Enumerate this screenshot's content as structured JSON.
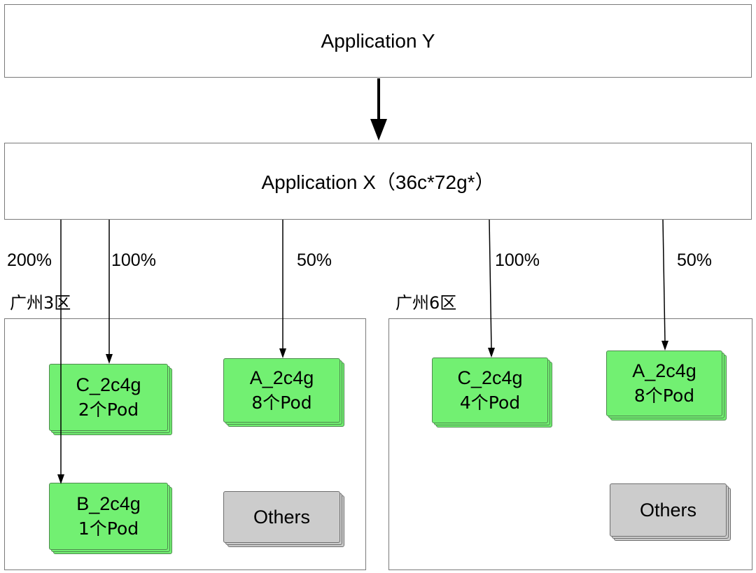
{
  "app_y": {
    "label": "Application Y"
  },
  "app_x": {
    "label": "Application X（36c*72g*）"
  },
  "percentages": {
    "p200": "200%",
    "z3_c": "100%",
    "z3_a": "50%",
    "z6_c": "100%",
    "z6_a": "50%"
  },
  "zones": {
    "gz3": {
      "title": "广州3区"
    },
    "gz6": {
      "title": "广州6区"
    }
  },
  "nodes": {
    "gz3_c": {
      "name": "C_2c4g",
      "pods": "2个Pod",
      "color": "#72f072"
    },
    "gz3_a": {
      "name": "A_2c4g",
      "pods": "8个Pod",
      "color": "#72f072"
    },
    "gz3_b": {
      "name": "B_2c4g",
      "pods": "1个Pod",
      "color": "#72f072"
    },
    "gz3_others": {
      "name": "Others",
      "color": "#cccccc"
    },
    "gz6_c": {
      "name": "C_2c4g",
      "pods": "4个Pod",
      "color": "#72f072"
    },
    "gz6_a": {
      "name": "A_2c4g",
      "pods": "8个Pod",
      "color": "#72f072"
    },
    "gz6_others": {
      "name": "Others",
      "color": "#cccccc"
    }
  }
}
